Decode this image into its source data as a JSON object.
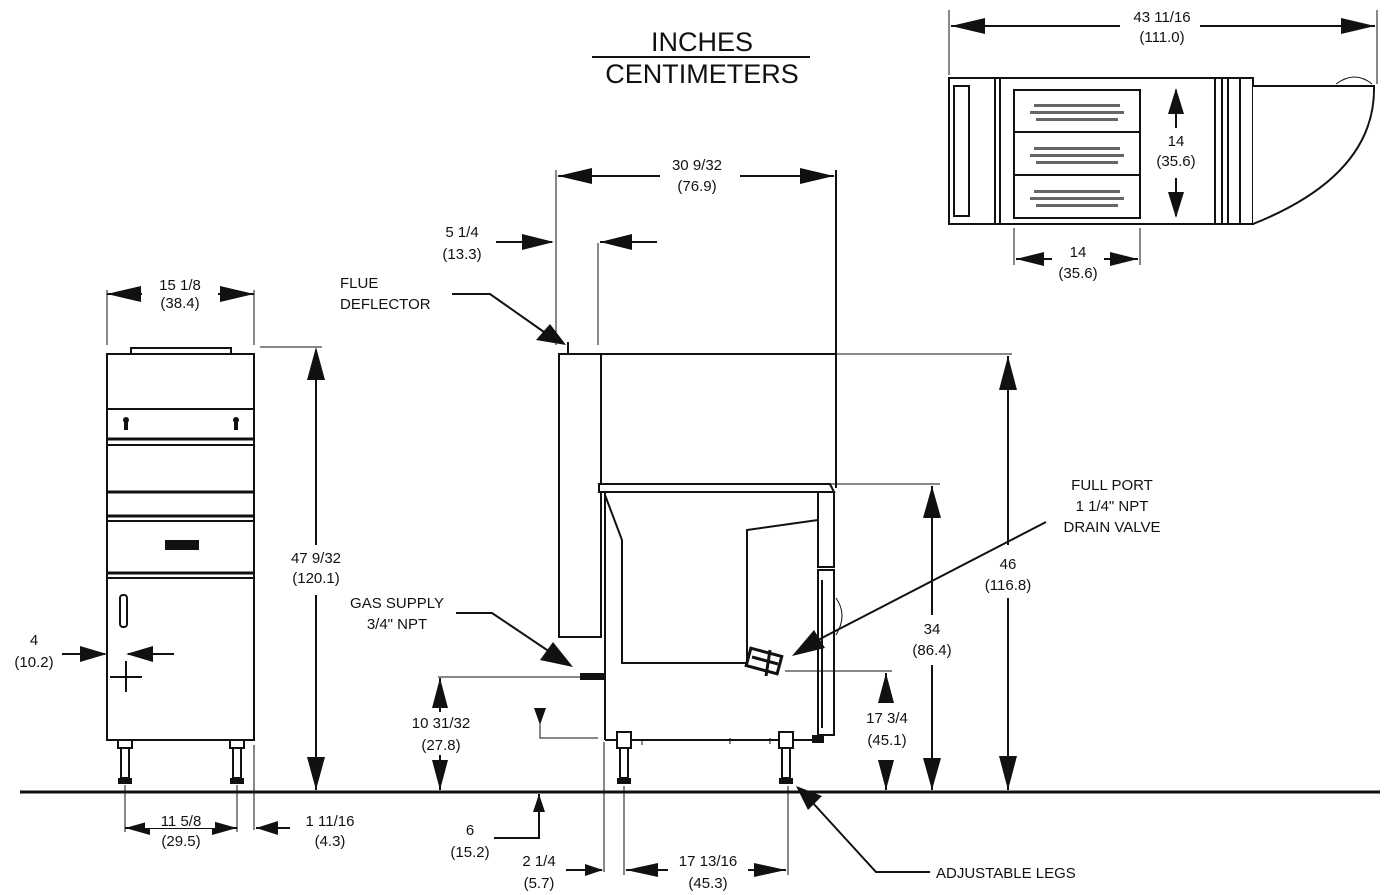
{
  "units": {
    "top": "INCHES",
    "bottom": "CENTIMETERS"
  },
  "dimensions": {
    "front_width": [
      "15 1/8",
      "(38.4)"
    ],
    "front_height": [
      "47 9/32",
      "(120.1)"
    ],
    "gas_side_offset": [
      "4",
      "(10.2)"
    ],
    "leg_spacing_front": [
      "11 5/8",
      "(29.5)"
    ],
    "leg_inset_front": [
      "1 11/16",
      "(4.3)"
    ],
    "flue_depth": [
      "5 1/4",
      "(13.3)"
    ],
    "side_depth": [
      "30 9/32",
      "(76.9)"
    ],
    "gas_height": [
      "10 31/32",
      "(27.8)"
    ],
    "gas_drop": [
      "6",
      "(15.2)"
    ],
    "rear_leg_offset": [
      "2 1/4",
      "(5.7)"
    ],
    "leg_spacing_side": [
      "17 13/16",
      "(45.3)"
    ],
    "drain_height": [
      "17 3/4",
      "(45.1)"
    ],
    "work_height": [
      "34",
      "(86.4)"
    ],
    "overall_height": [
      "46",
      "(116.8)"
    ],
    "top_overall": [
      "43 11/16",
      "(111.0)"
    ],
    "fry_area_depth": [
      "14",
      "(35.6)"
    ],
    "fry_area_width": [
      "14",
      "(35.6)"
    ]
  },
  "callouts": {
    "flue": [
      "FLUE",
      "DEFLECTOR"
    ],
    "gas": [
      "GAS SUPPLY",
      "3/4\" NPT"
    ],
    "drain": [
      "FULL PORT",
      "1 1/4\" NPT",
      "DRAIN VALVE"
    ],
    "legs": [
      "ADJUSTABLE LEGS"
    ]
  }
}
